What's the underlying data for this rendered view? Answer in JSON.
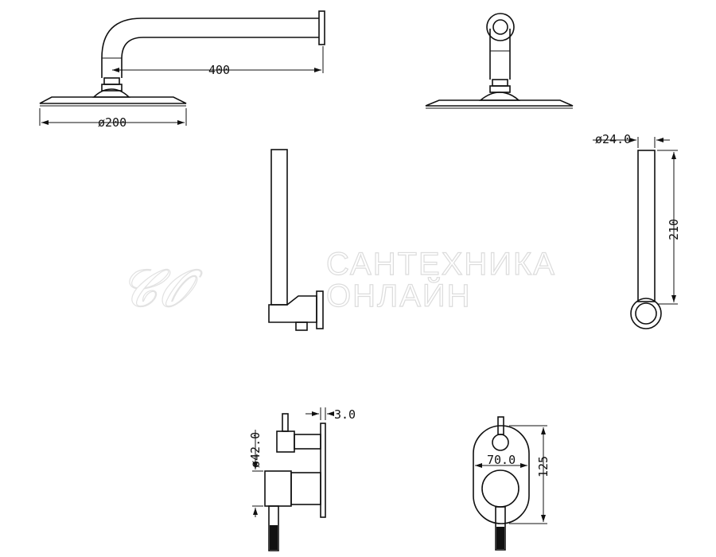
{
  "dimensions": {
    "arm_length": "400",
    "head_diameter": "ø200",
    "arm_diameter": "ø24.0",
    "arm_height": "210",
    "valve_projection": "3.0",
    "handle_diameter": "ø42.0",
    "plate_width": "70.0",
    "plate_height": "125"
  },
  "watermark": {
    "line1": "САНТЕХНИКА",
    "line2": "ОНЛАЙН"
  }
}
